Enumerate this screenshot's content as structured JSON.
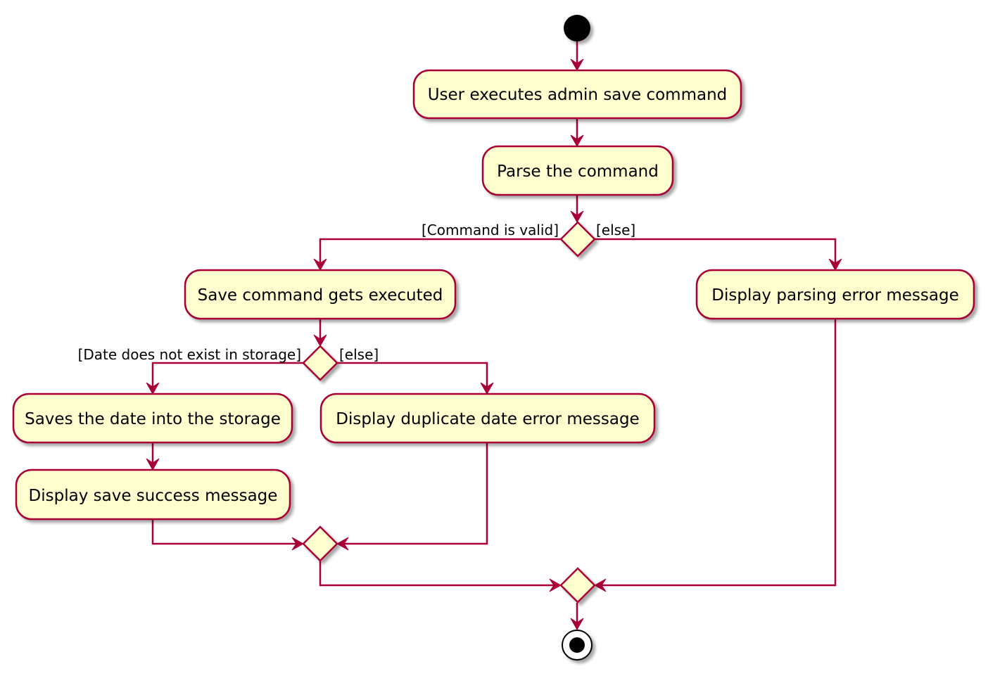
{
  "colors": {
    "node_fill": "#FEFECE",
    "border": "#A80036",
    "start_node": "#000000",
    "background": "#FFFFFF"
  },
  "nodes": {
    "user_executes": "User executes admin save command",
    "parse_command": "Parse the command",
    "save_executed": "Save command gets executed",
    "parsing_error": "Display parsing error message",
    "saves_date": "Saves the date into the storage",
    "duplicate_error": "Display duplicate date error message",
    "save_success": "Display save success message"
  },
  "guards": {
    "command_valid": "[Command is valid]",
    "command_else": "[else]",
    "date_not_exist": "[Date does not exist in storage]",
    "date_else": "[else]"
  }
}
